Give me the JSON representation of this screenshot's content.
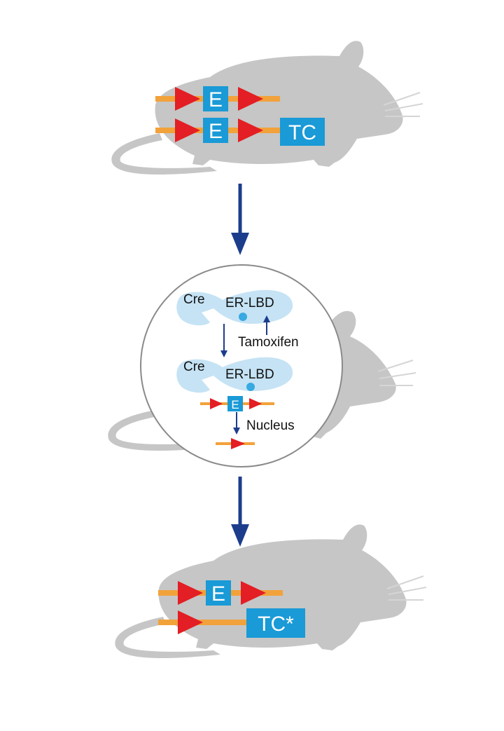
{
  "labels": {
    "exon": "E",
    "tc": "TC",
    "tc_mutant": "TC*",
    "cre": "Cre",
    "er_lbd": "ER-LBD",
    "tamoxifen": "Tamoxifen",
    "nucleus": "Nucleus"
  },
  "colors": {
    "mouse": "#c6c6c6",
    "mouse_light": "#d5d5d5",
    "dna_line": "#f2a23a",
    "loxp": "#e31e24",
    "box": "#1a9ad6",
    "enzyme": "#c5e3f4",
    "ligand": "#38a9e1",
    "arrow": "#1c3d8c",
    "circle_stroke": "#8a8a8a"
  }
}
